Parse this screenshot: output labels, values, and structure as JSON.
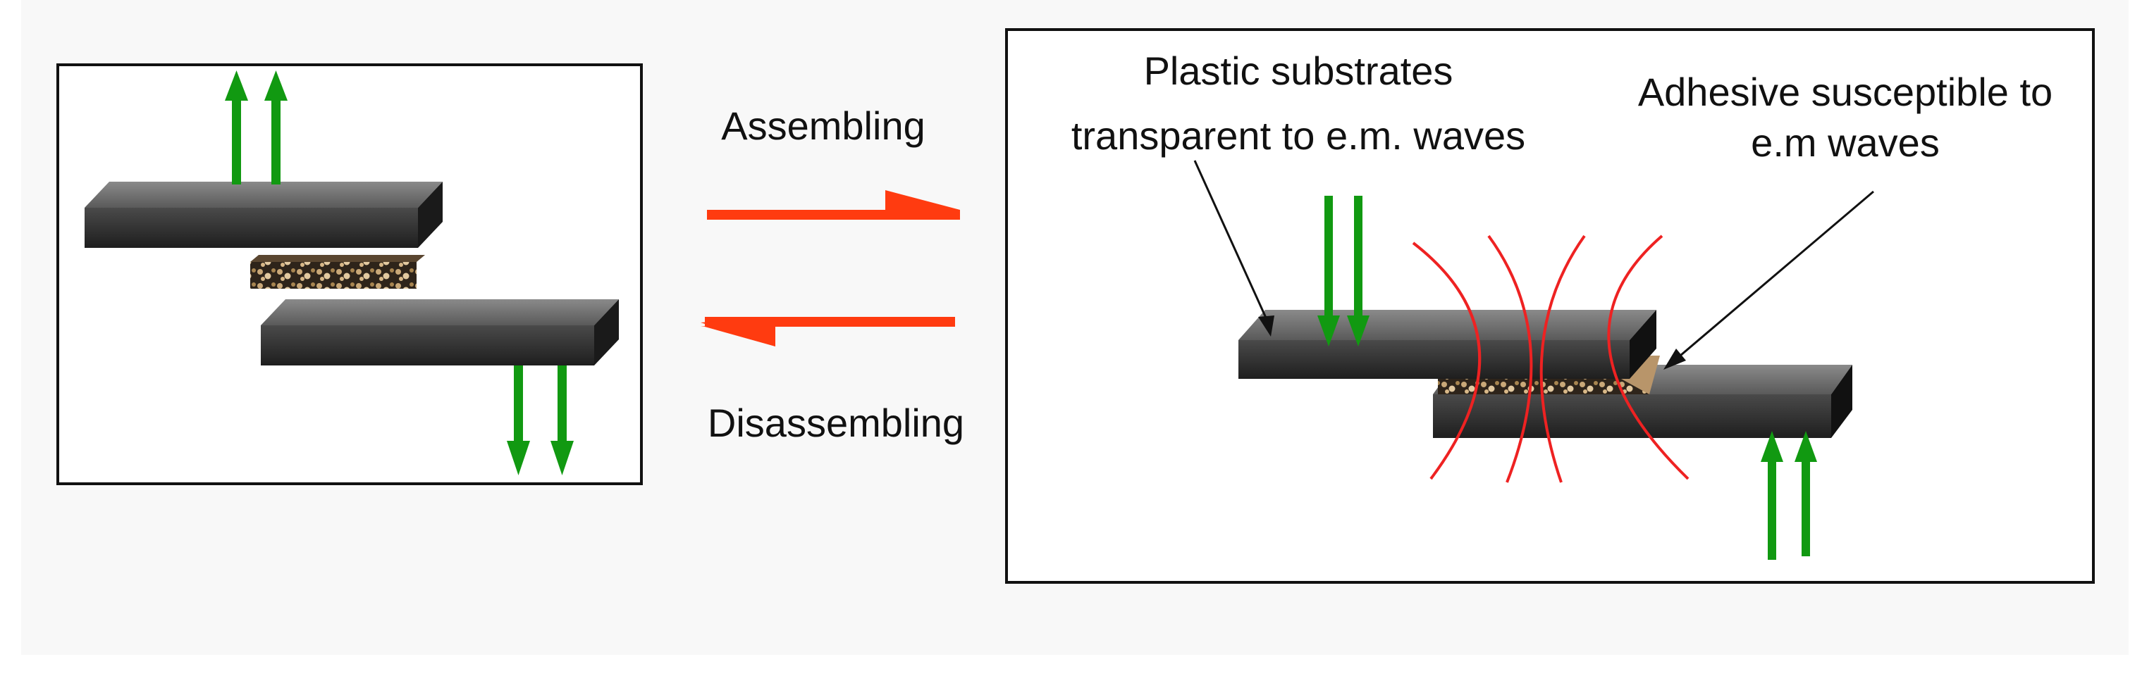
{
  "process": {
    "forward_label": "Assembling",
    "reverse_label": "Disassembling"
  },
  "callouts": {
    "substrate_line1": "Plastic substrates",
    "substrate_line2": "transparent to e.m. waves",
    "adhesive_line1": "Adhesive susceptible to",
    "adhesive_line2": "e.m waves"
  },
  "colors": {
    "force_arrows": "#119911",
    "process_arrows": "#ff3b10",
    "field_lines": "#ee2222",
    "substrate": "#3a3a3a",
    "adhesive": "#8a6a3a"
  }
}
